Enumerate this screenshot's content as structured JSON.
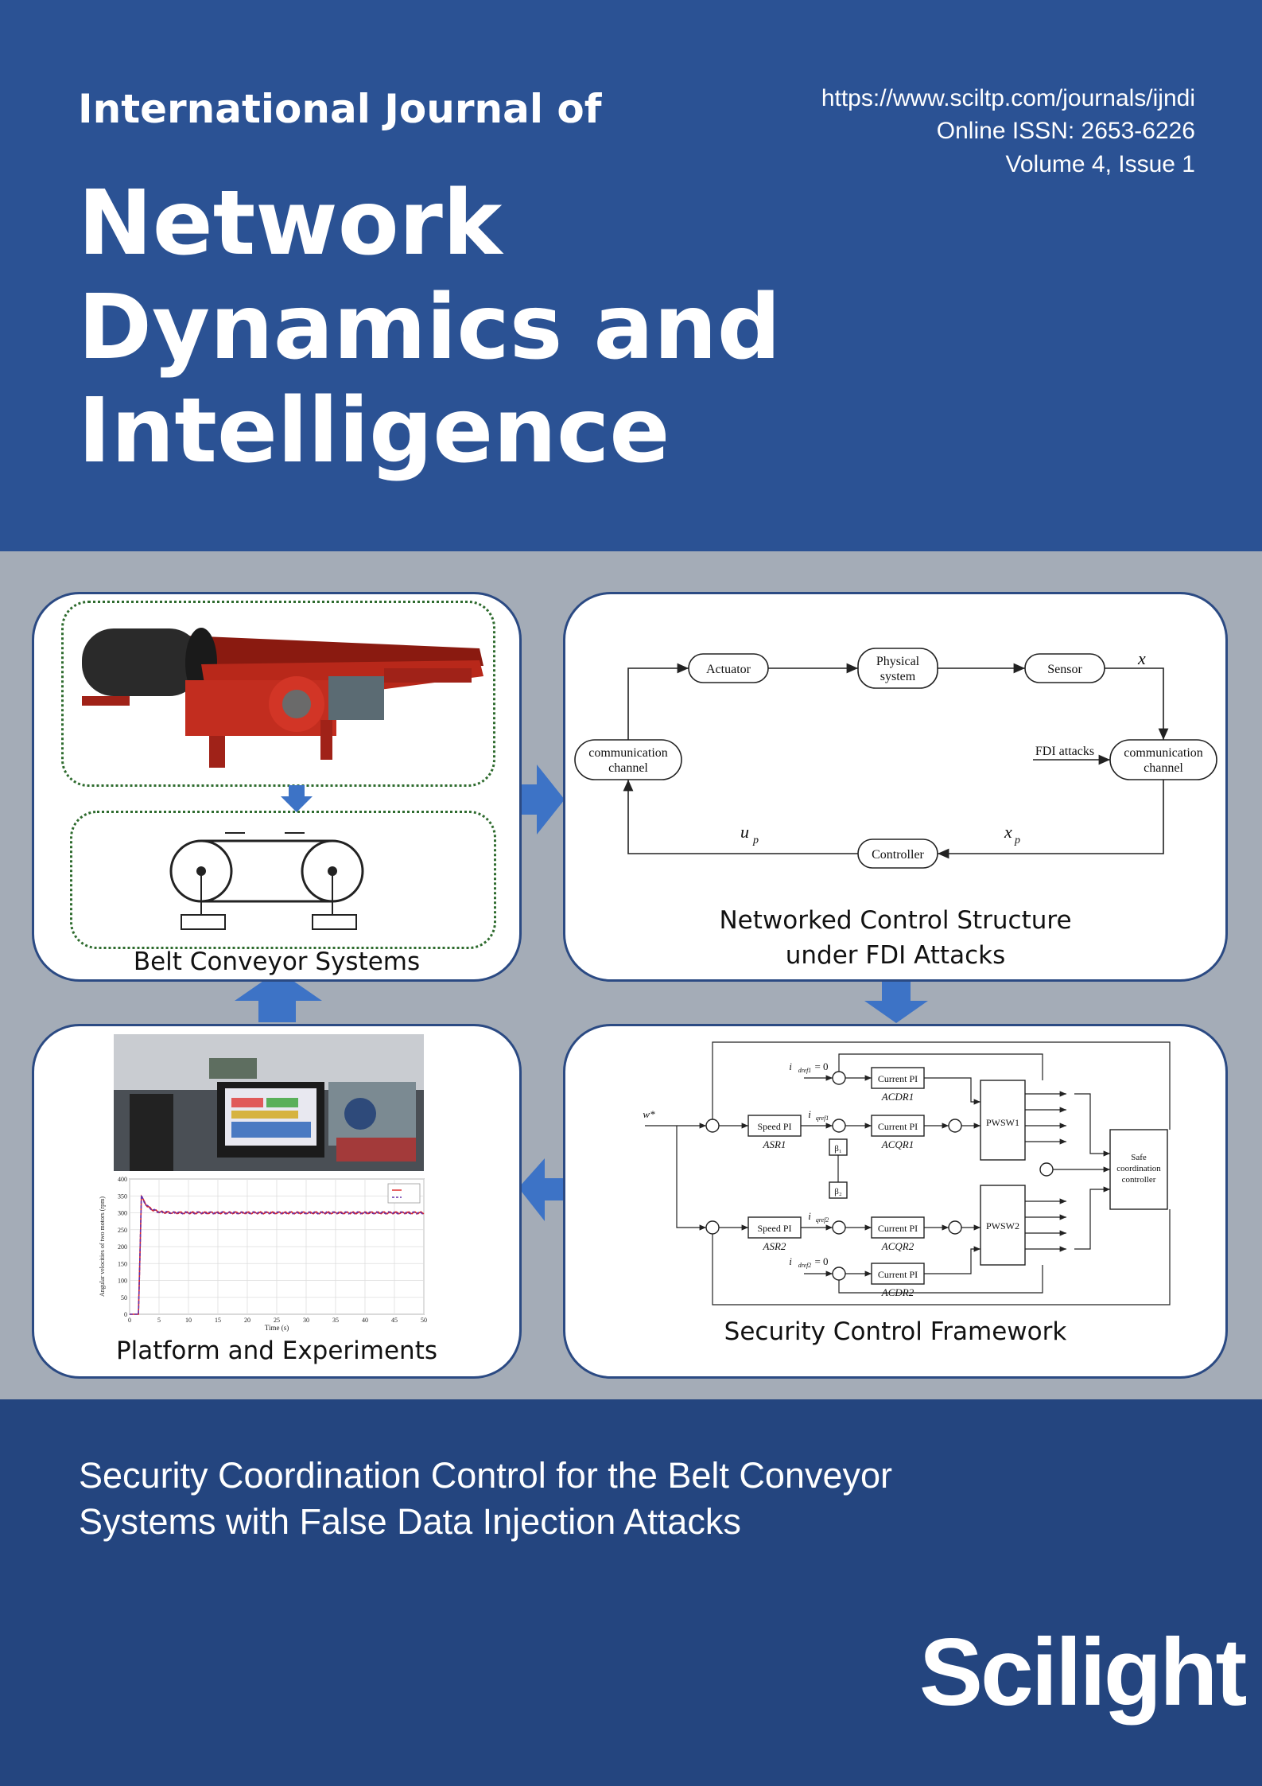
{
  "journal": {
    "prefix": "International Journal of",
    "title_line1": "Network",
    "title_line2": "Dynamics and",
    "title_line3": "Intelligence",
    "url": "https://www.sciltp.com/journals/ijndi",
    "issn": "Online ISSN: 2653-6226",
    "volume": "Volume 4, Issue 1"
  },
  "figure": {
    "panel1_caption": "Belt Conveyor Systems",
    "panel2_caption_line1": "Networked Control Structure",
    "panel2_caption_line2": "under FDI Attacks",
    "panel3_caption": "Platform and Experiments",
    "panel4_caption": "Security Control Framework",
    "nc": {
      "actuator": "Actuator",
      "physical1": "Physical",
      "physical2": "system",
      "sensor": "Sensor",
      "x": "x",
      "comm1": "communication",
      "comm2": "channel",
      "fdi": "FDI  attacks",
      "up": "u",
      "up_sub": "p",
      "xp": "x",
      "xp_sub": "p",
      "controller": "Controller"
    },
    "sc": {
      "speed_pi": "Speed PI",
      "current_pi": "Current PI",
      "asr1": "ASR1",
      "asr2": "ASR2",
      "acdr1": "ACDR1",
      "acqr1": "ACQR1",
      "acqr2": "ACQR2",
      "acdr2": "ACDR2",
      "pwsw1": "PWSW1",
      "pwsw2": "PWSW2",
      "beta1": "β₁",
      "beta2": "β₂",
      "safe1": "Safe",
      "safe2": "coordination",
      "safe3": "controller",
      "w": "w*",
      "idref1": "i",
      "idref1_sub": "dref1",
      "eq0": " = 0",
      "idref2": "i",
      "idref2_sub": "dref2",
      "iqref1": "i",
      "iqref1_sub": "qref1",
      "iqref2": "i",
      "iqref2_sub": "qref2"
    },
    "plot": {
      "yaxis_label": "Angular velocities of two motors (rpm)",
      "xaxis_label": "Time (s)",
      "y_ticks": [
        "0",
        "50",
        "100",
        "150",
        "200",
        "250",
        "300",
        "350",
        "400"
      ],
      "x_ticks": [
        "0",
        "5",
        "10",
        "15",
        "20",
        "25",
        "30",
        "35",
        "40",
        "45",
        "50"
      ]
    }
  },
  "article": {
    "title_line1": "Security Coordination Control for the Belt Conveyor",
    "title_line2": "Systems with False Data Injection Attacks"
  },
  "publisher": {
    "name": "Scilight"
  }
}
